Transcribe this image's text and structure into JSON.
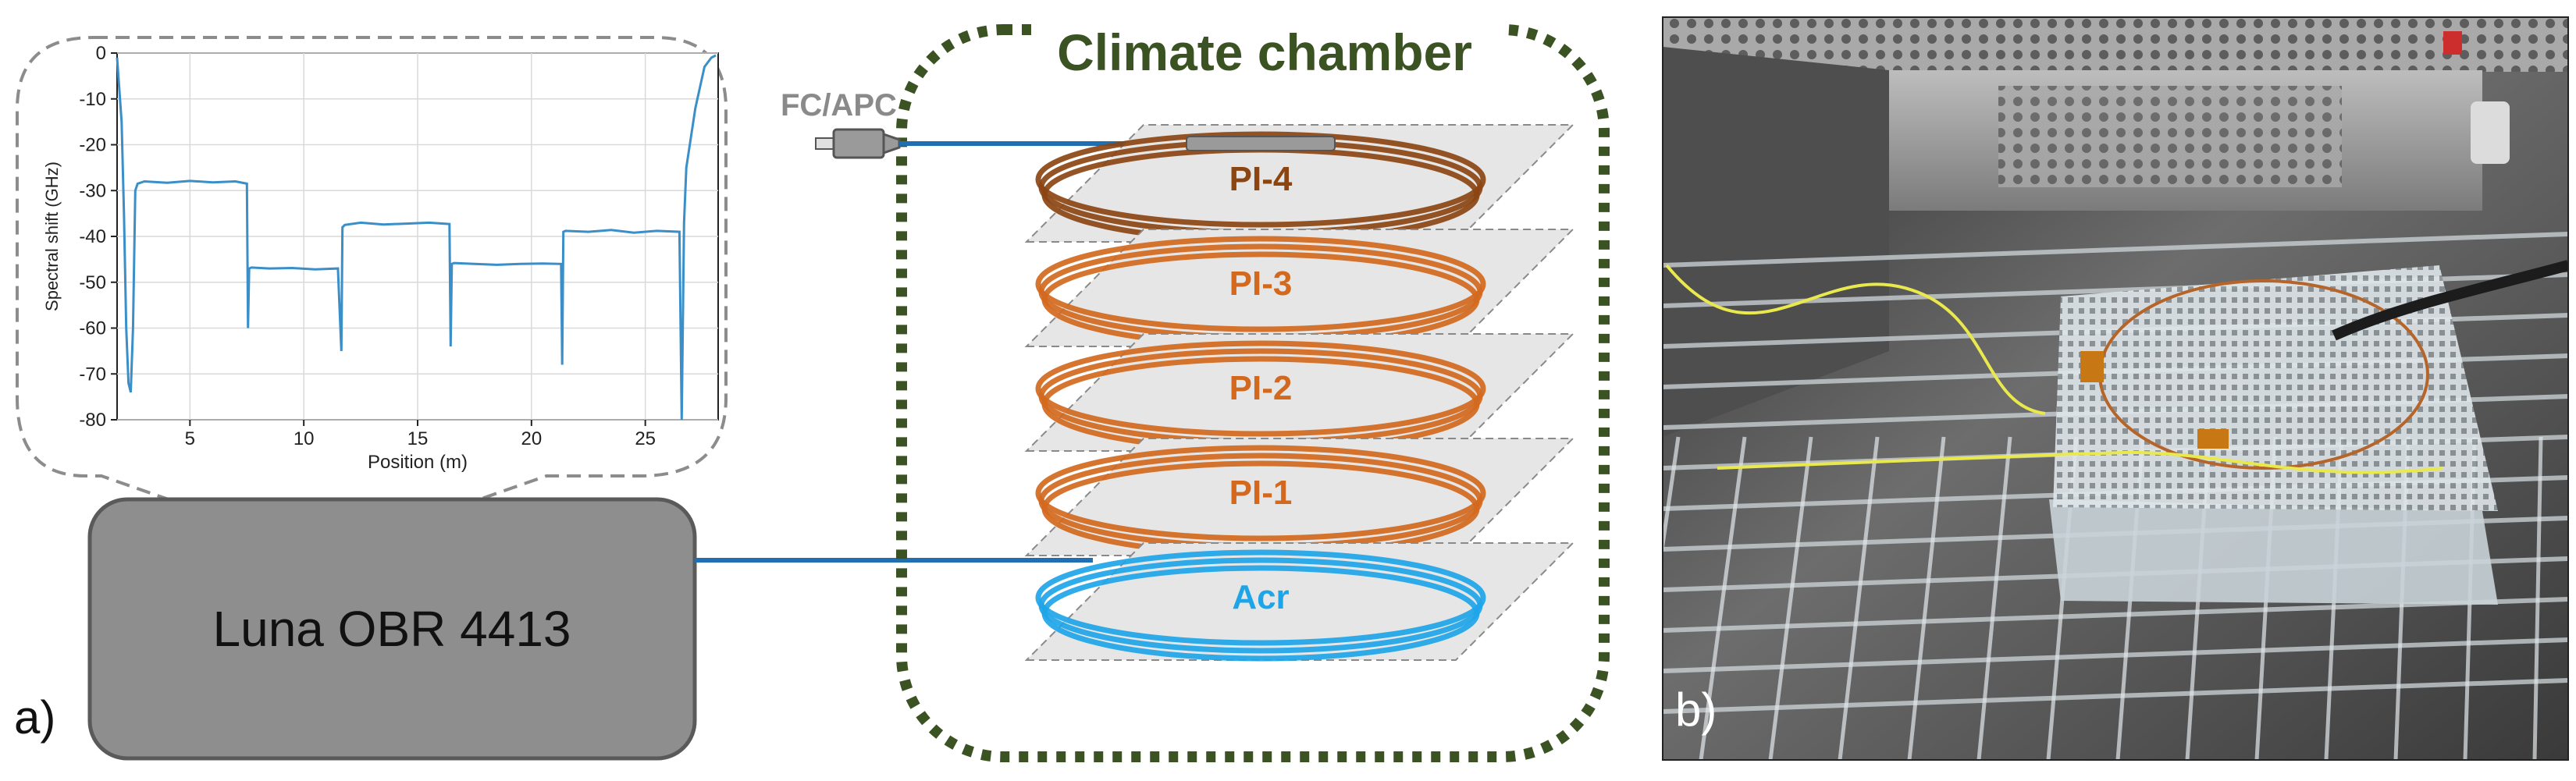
{
  "panel_labels": {
    "a": "a)",
    "b": "b)"
  },
  "instrument": {
    "label": "Luna OBR 4413"
  },
  "chamber": {
    "title": "Climate chamber",
    "connector": "FC/APC"
  },
  "coils": [
    {
      "label": "PI-4",
      "color": "#8B4513"
    },
    {
      "label": "PI-3",
      "color": "#D2691E"
    },
    {
      "label": "PI-2",
      "color": "#D2691E"
    },
    {
      "label": "PI-1",
      "color": "#D2691E"
    },
    {
      "label": "Acr",
      "color": "#1EA5E8"
    }
  ],
  "colors": {
    "chamber_border": "#3B5323",
    "fiber": "#1F6FB2",
    "plot_line": "#3A8FC8",
    "instrument_fill": "#8E8E8E"
  },
  "chart_data": {
    "type": "line",
    "xlabel": "Position (m)",
    "ylabel": "Spectral shift (GHz)",
    "xlim": [
      1.8,
      28.2
    ],
    "ylim": [
      -80,
      0
    ],
    "xticks": [
      5,
      10,
      15,
      20,
      25
    ],
    "yticks": [
      0,
      -10,
      -20,
      -30,
      -40,
      -50,
      -60,
      -70,
      -80
    ],
    "grid": true,
    "series": [
      {
        "x": [
          1.8,
          2.0,
          2.1,
          2.2,
          2.3,
          2.4,
          2.5,
          2.6,
          2.7,
          3.0,
          4.0,
          5.0,
          6.0,
          7.0,
          7.5,
          7.55,
          7.6,
          7.7,
          8.5,
          9.5,
          10.5,
          11.5,
          11.65,
          11.7,
          11.8,
          12.5,
          13.5,
          14.5,
          15.5,
          16.4,
          16.45,
          16.5,
          16.6,
          17.5,
          18.5,
          19.5,
          20.5,
          21.3,
          21.35,
          21.4,
          21.5,
          22.5,
          23.5,
          24.5,
          25.5,
          26.5,
          26.6,
          26.7,
          26.8,
          27.2,
          27.6,
          27.9,
          28.1
        ],
        "y": [
          -1,
          -15,
          -35,
          -60,
          -72,
          -74,
          -60,
          -30,
          -28.5,
          -28,
          -28.3,
          -27.9,
          -28.2,
          -28,
          -28.5,
          -60,
          -47,
          -46.8,
          -47,
          -46.9,
          -47.2,
          -47,
          -65,
          -38,
          -37.5,
          -37,
          -37.4,
          -37.2,
          -37,
          -37.3,
          -64,
          -46,
          -45.8,
          -46,
          -46.2,
          -46,
          -45.9,
          -46,
          -68,
          -39,
          -38.8,
          -39,
          -38.6,
          -39.2,
          -38.8,
          -39,
          -80,
          -37,
          -25,
          -12,
          -3,
          -1,
          -0.5
        ]
      }
    ]
  }
}
